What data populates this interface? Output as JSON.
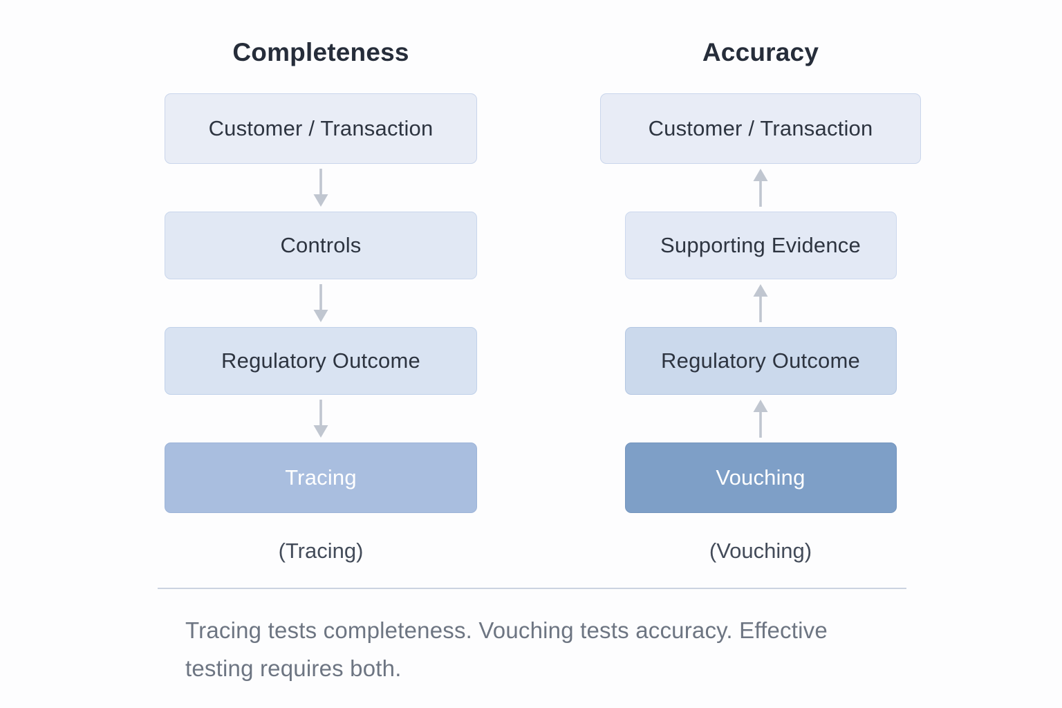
{
  "diagram": {
    "columns": [
      {
        "title": "Completeness",
        "boxes": [
          "Customer / Transaction",
          "Controls",
          "Regulatory Outcome",
          "Tracing"
        ],
        "caption": "(Tracing)",
        "arrow_direction": "down"
      },
      {
        "title": "Accuracy",
        "boxes": [
          "Customer / Transaction",
          "Supporting Evidence",
          "Regulatory Outcome",
          "Vouching"
        ],
        "caption": "(Vouching)",
        "arrow_direction": "up"
      }
    ],
    "footer_note": "Tracing tests completeness. Vouching tests accuracy. Effective testing requires both.",
    "colors": {
      "light_box_fill": "#e8edf6",
      "medium_box_fill": "#d9e3f2",
      "tracing_box_fill": "#a9bedf",
      "vouching_box_fill": "#7e9fc7",
      "box_text": "#2d3440",
      "box_text_inverse": "#ffffff",
      "arrow": "#c0c6d0",
      "divider": "#cbd3e0",
      "footer_text": "#6d7582"
    }
  }
}
